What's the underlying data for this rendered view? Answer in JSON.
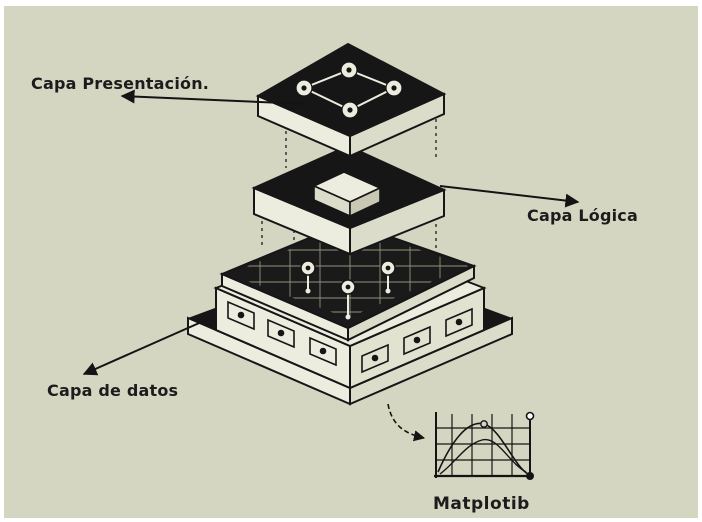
{
  "diagram": {
    "labels": {
      "presentation_layer": "Capa Presentación.",
      "logic_layer": "Capa Lógica",
      "data_layer": "Capa de datos",
      "library": "Matplotib"
    },
    "colors": {
      "background": "#d5d6c2",
      "border": "#ffffff",
      "ink": "#141414",
      "slab_side": "#ececdf",
      "grid_line": "#a9a98f"
    }
  }
}
